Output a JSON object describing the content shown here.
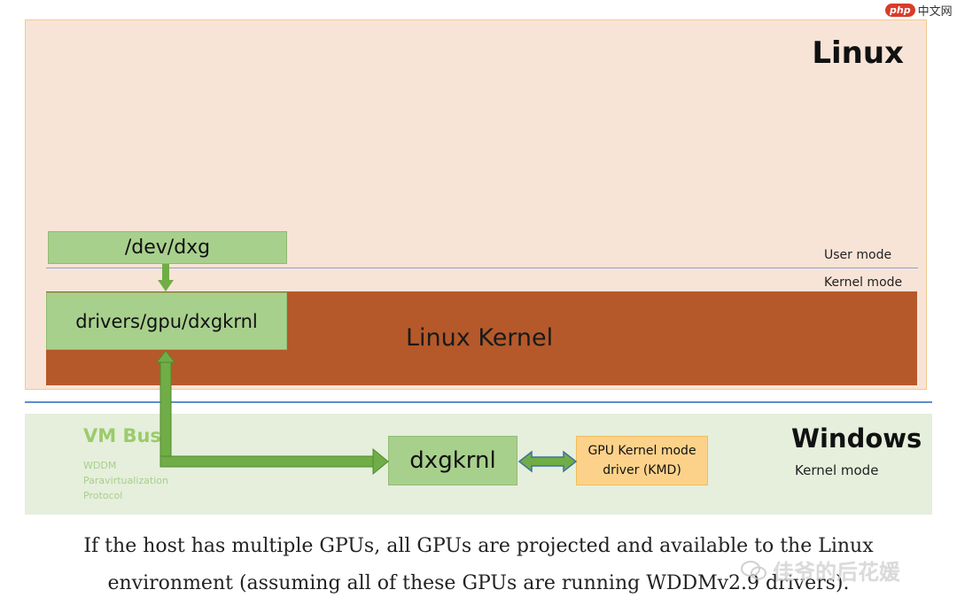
{
  "diagram": {
    "linux_title": "Linux",
    "user_mode": "User mode",
    "kernel_mode_linux": "Kernel mode",
    "dev_dxg": "/dev/dxg",
    "drivers_path": "drivers/gpu/dxgkrnl",
    "linux_kernel": "Linux Kernel",
    "vm_bus": "VM Bus",
    "vm_bus_sub": [
      "WDDM",
      "Paravirtualization",
      "Protocol"
    ],
    "windows_title": "Windows",
    "kernel_mode_windows": "Kernel mode",
    "dxgkrnl": "dxgkrnl",
    "kmd_line1": "GPU Kernel mode",
    "kmd_line2": "driver (KMD)"
  },
  "caption": {
    "line1": "If the host has multiple GPUs, all GPUs are projected and available to the Linux",
    "line2": "environment (assuming all of these GPUs are running WDDMv2.9 drivers)."
  },
  "watermarks": {
    "php_badge": "php",
    "php_text": "中文网",
    "wechat_text": "佳爷的后花媛"
  },
  "colors": {
    "linux_bg": "#f8e4d7",
    "kernel": "#b5592a",
    "green": "#a8d08d",
    "kmd": "#fcd28a",
    "windows_bg": "#e5efdc",
    "separator": "#5e8ecc"
  }
}
